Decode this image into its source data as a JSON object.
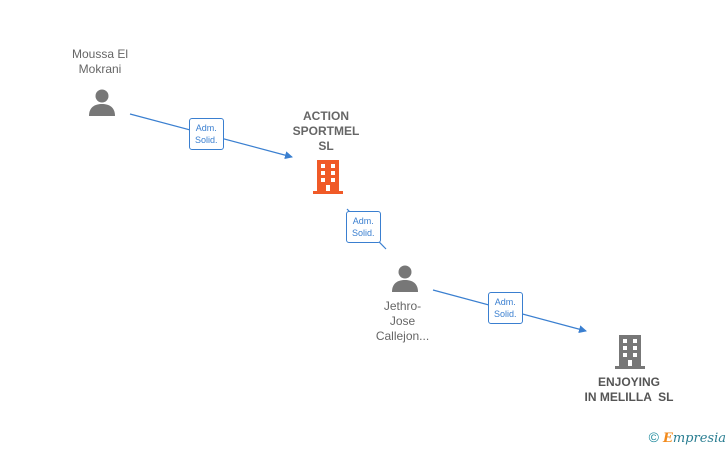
{
  "nodes": {
    "moussa": {
      "line1": "Moussa El",
      "line2": "Mokrani"
    },
    "action": {
      "line1": "ACTION",
      "line2": "SPORTMEL",
      "line3": "SL",
      "icon_color": "#f05a28"
    },
    "jethro": {
      "line1": "Jethro-",
      "line2": "Jose",
      "line3": "Callejon..."
    },
    "enjoying": {
      "line1": "ENJOYING",
      "line2": "IN MELILLA  SL",
      "icon_color": "#777777"
    }
  },
  "edges": [
    {
      "line1": "Adm.",
      "line2": "Solid."
    },
    {
      "line1": "Adm.",
      "line2": "Solid."
    },
    {
      "line1": "Adm.",
      "line2": "Solid."
    }
  ],
  "colors": {
    "edge": "#3a7fd0",
    "person": "#777777"
  },
  "footer": {
    "copyright": "©",
    "brand_e": "E",
    "brand_rest": "mpresia"
  }
}
